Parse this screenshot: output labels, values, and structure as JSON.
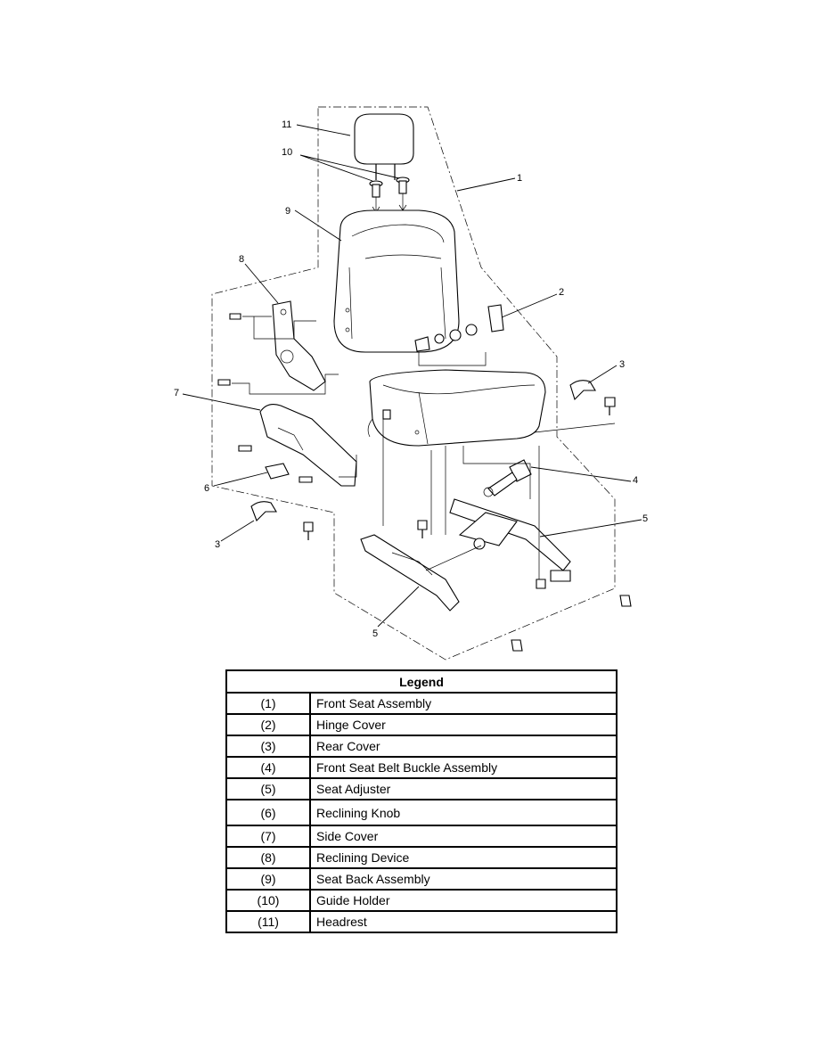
{
  "callouts": [
    "1",
    "2",
    "3",
    "3",
    "4",
    "5",
    "5",
    "6",
    "7",
    "8",
    "9",
    "10",
    "11"
  ],
  "legend": {
    "title": "Legend",
    "rows": [
      {
        "num": "(1)",
        "name": "Front Seat Assembly"
      },
      {
        "num": "(2)",
        "name": "Hinge Cover"
      },
      {
        "num": "(3)",
        "name": "Rear Cover"
      },
      {
        "num": "(4)",
        "name": "Front Seat Belt Buckle Assembly"
      },
      {
        "num": "(5)",
        "name": "Seat Adjuster"
      },
      {
        "num": "(6)",
        "name": "Reclining Knob"
      },
      {
        "num": "(7)",
        "name": "Side Cover"
      },
      {
        "num": "(8)",
        "name": "Reclining Device"
      },
      {
        "num": "(9)",
        "name": "Seat Back Assembly"
      },
      {
        "num": "(10)",
        "name": "Guide Holder"
      },
      {
        "num": "(11)",
        "name": "Headrest"
      }
    ]
  }
}
